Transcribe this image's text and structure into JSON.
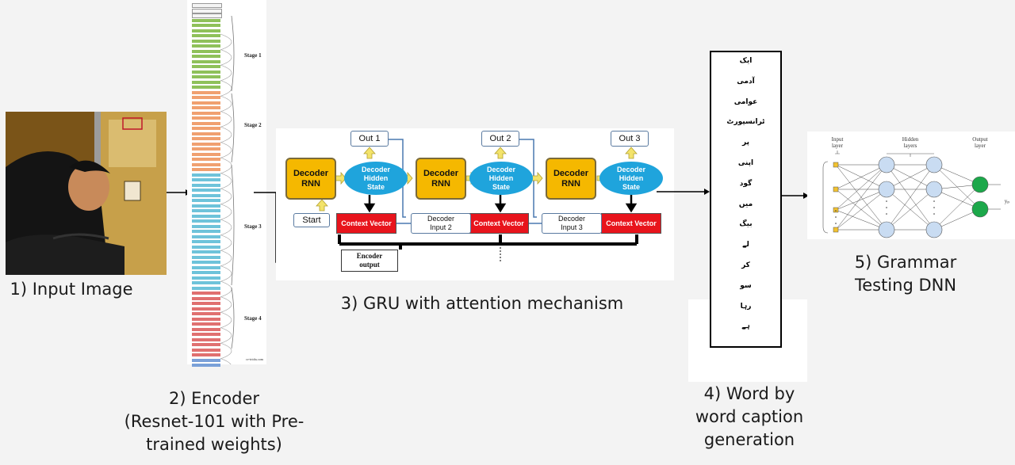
{
  "captions": {
    "input": "1) Input Image",
    "encoder_line1": "2) Encoder",
    "encoder_line2": "(Resnet-101 with Pre-",
    "encoder_line3": "trained weights)",
    "gru": "3) GRU with attention mechanism",
    "word_line1": "4) Word by",
    "word_line2": "word caption",
    "word_line3": "generation",
    "dnn_line1": "5) Grammar",
    "dnn_line2": "Testing DNN"
  },
  "encoder": {
    "stages": [
      "Stage 1",
      "Stage 2",
      "Stage 3",
      "Stage 4"
    ],
    "credit": "cv-tricks.com"
  },
  "gru": {
    "decoder_rnn": [
      "Decoder",
      "RNN"
    ],
    "hidden_state": [
      "Decoder",
      "Hidden",
      "State"
    ],
    "context_vector": "Context Vector",
    "outputs": [
      "Out 1",
      "Out 2",
      "Out 3"
    ],
    "start": "Start",
    "decoder_input_2": [
      "Decoder",
      "Input 2"
    ],
    "decoder_input_3": [
      "Decoder",
      "Input 3"
    ],
    "encoder_output": [
      "Encoder",
      "output"
    ]
  },
  "caption_words": [
    "ایک",
    "آدمی",
    "عوامی",
    "ٹرانسپورٹ",
    "پر",
    "اپنی",
    "گود",
    "میں",
    "بیگ",
    "لے",
    "کر",
    "سو",
    "رہا",
    "ہے"
  ],
  "dnn": {
    "input_layer": [
      "Input",
      "layer"
    ],
    "hidden_layers": [
      "Hidden",
      "layers"
    ],
    "output_layer": [
      "Output",
      "layer"
    ],
    "output_symbol": "yₚ"
  },
  "colors": {
    "decoder_rnn": "#f5b800",
    "hidden_state": "#1fa4dc",
    "context_vector": "#e8141c",
    "dnn_hidden": "#c9dcf2",
    "dnn_output": "#1ca84a"
  }
}
